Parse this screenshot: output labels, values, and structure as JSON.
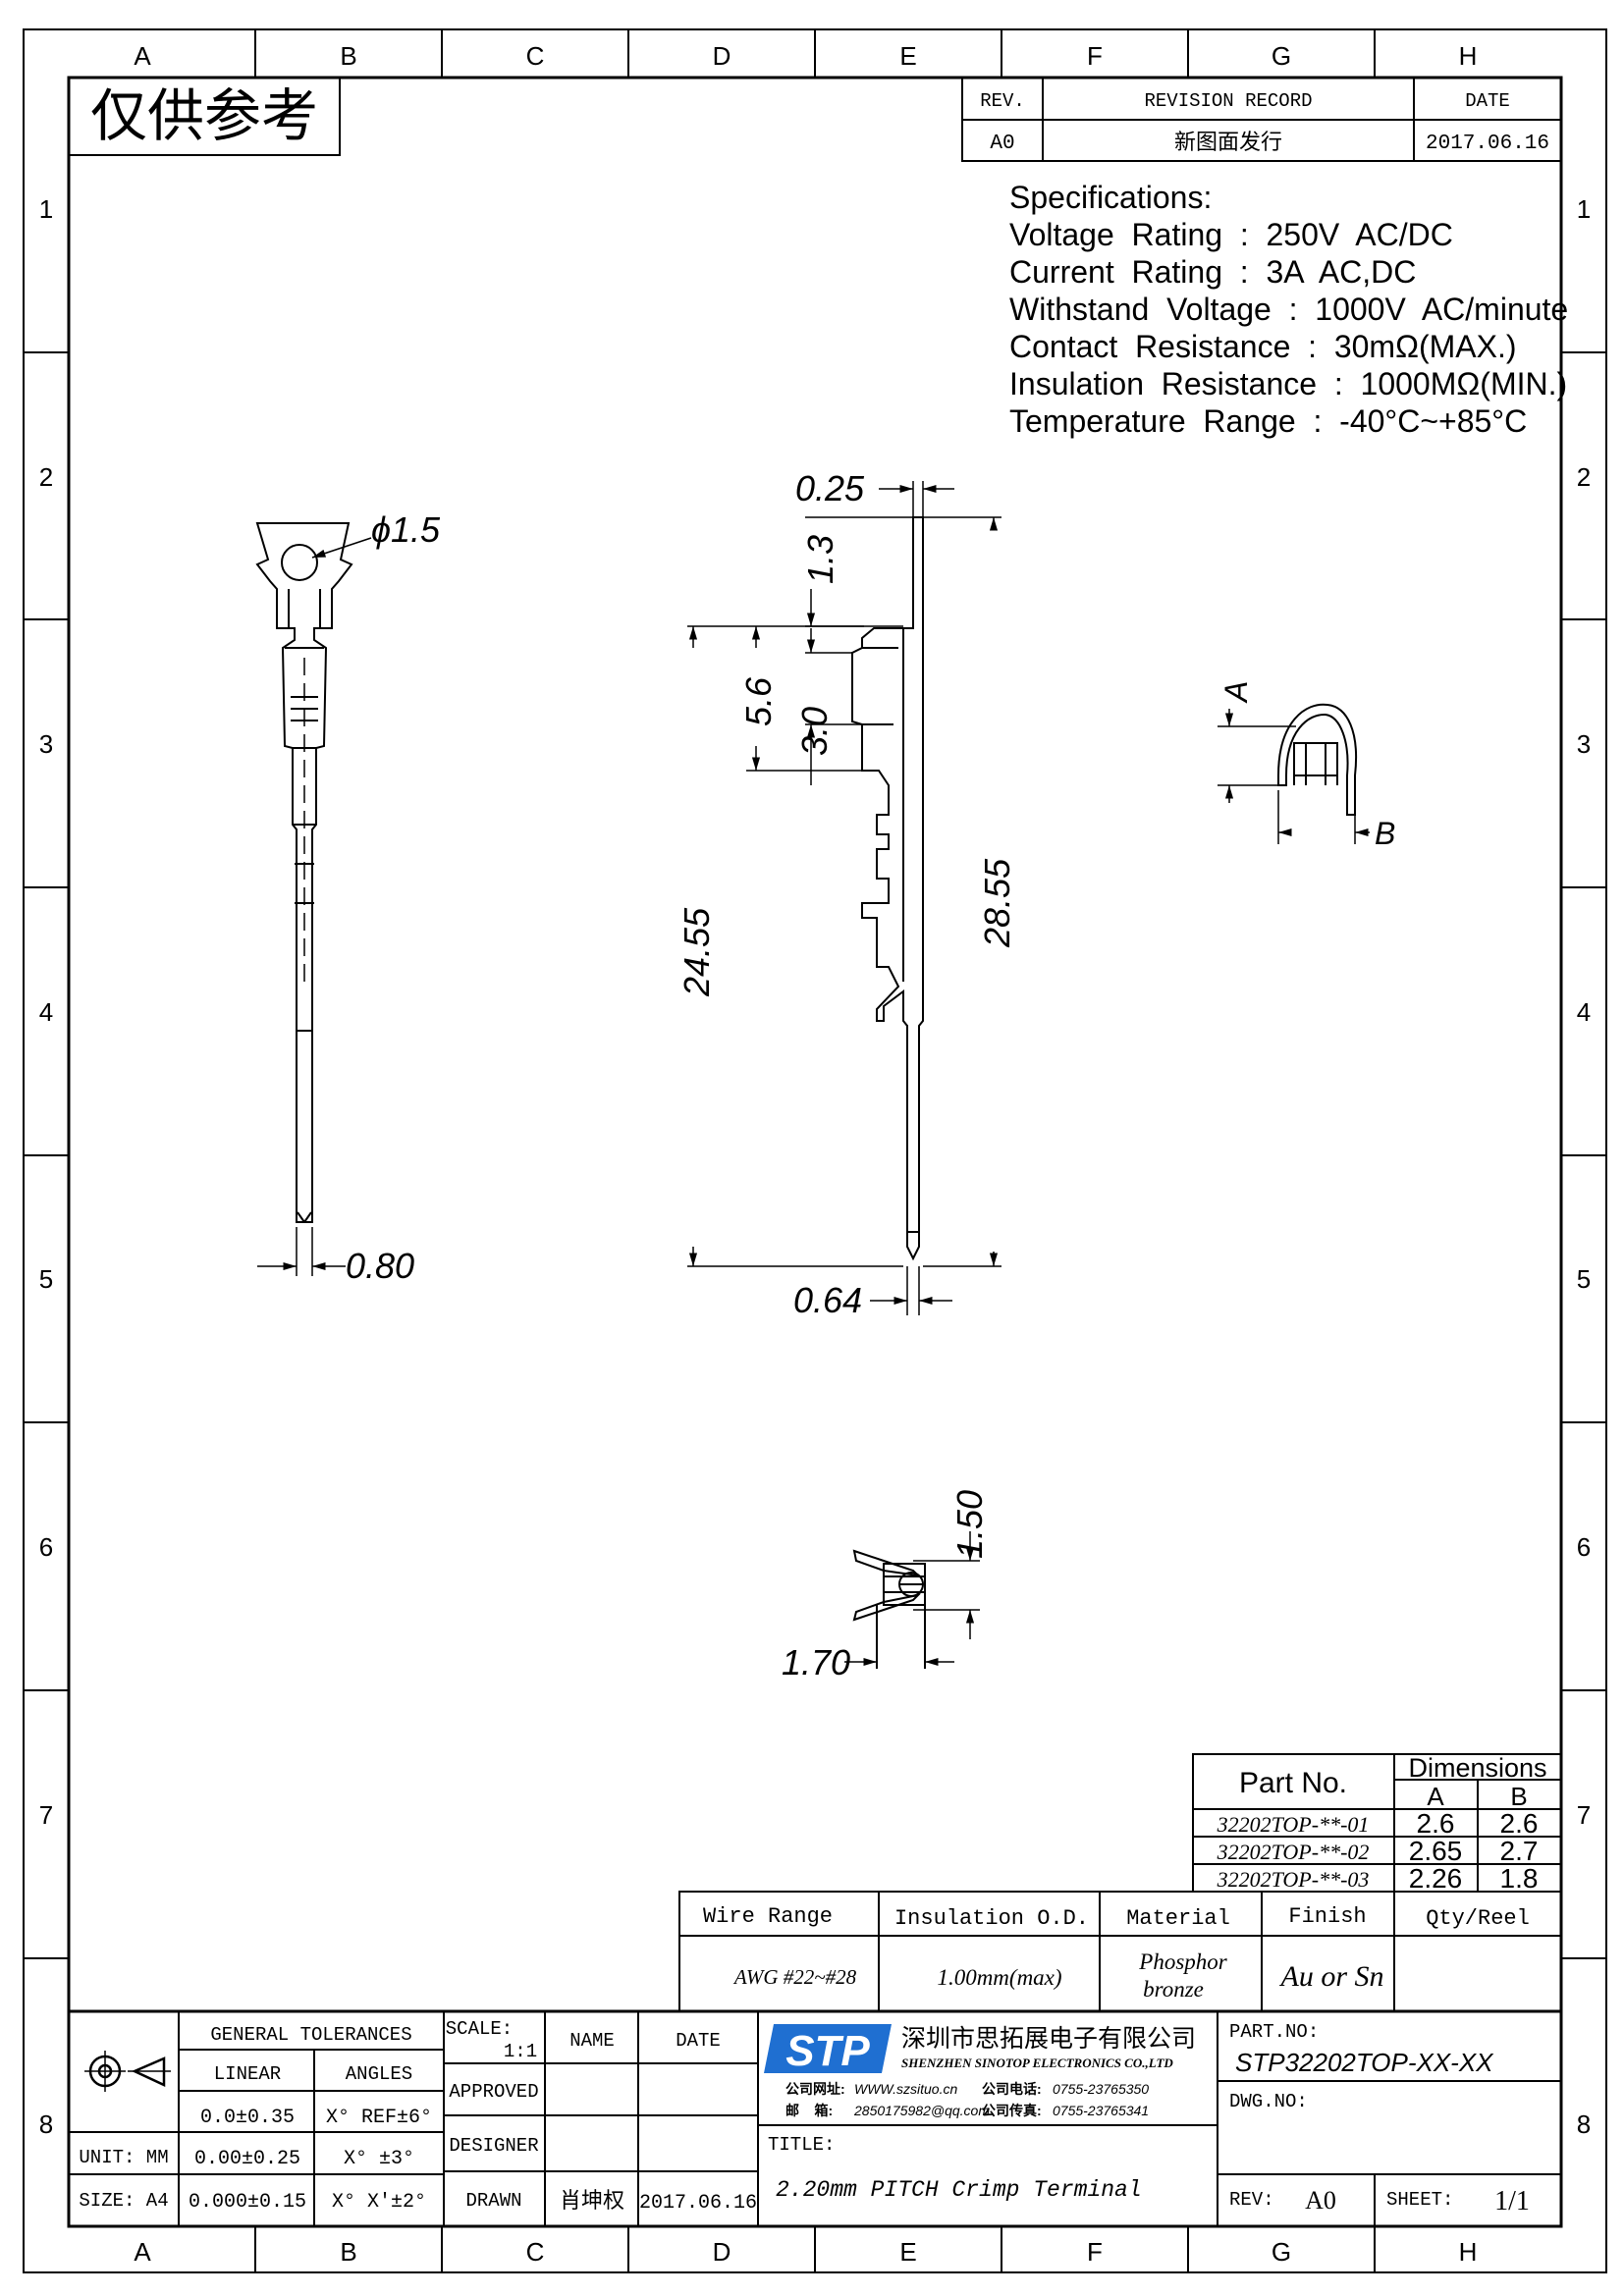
{
  "border": {
    "columns": [
      "A",
      "B",
      "C",
      "D",
      "E",
      "F",
      "G",
      "H"
    ],
    "rows": [
      "1",
      "2",
      "3",
      "4",
      "5",
      "6",
      "7",
      "8"
    ]
  },
  "watermark": "仅供参考",
  "revision": {
    "rev_label": "REV.",
    "record_label": "REVISION RECORD",
    "date_label": "DATE",
    "rev": "A0",
    "record": "新图面发行",
    "date": "2017.06.16"
  },
  "specs": {
    "heading": "Specifications:",
    "lines": [
      "Voltage  Rating  :  250V  AC/DC",
      "Current  Rating  :  3A  AC,DC",
      "Withstand  Voltage  :  1000V  AC/minute",
      "Contact  Resistance  :  30mΩ(MAX.)",
      "Insulation  Resistance  :  1000MΩ(MIN.)",
      "Temperature  Range  :  -40°C~+85°C"
    ]
  },
  "dims": {
    "d_hole": "ϕ1.5",
    "d_080": "0.80",
    "d_025": "0.25",
    "d_13": "1.3",
    "d_56": "5.6",
    "d_30": "3.0",
    "d_2455": "24.55",
    "d_2855": "28.55",
    "d_064": "0.64",
    "d_A": "A",
    "d_B": "B",
    "d_150": "1.50",
    "d_170": "1.70"
  },
  "parts_table": {
    "part_no_label": "Part No.",
    "dimensions_label": "Dimensions",
    "col_a": "A",
    "col_b": "B",
    "rows": [
      {
        "part": "32202TOP-**-01",
        "a": "2.6",
        "b": "2.6"
      },
      {
        "part": "32202TOP-**-02",
        "a": "2.65",
        "b": "2.7"
      },
      {
        "part": "32202TOP-**-03",
        "a": "2.26",
        "b": "1.8"
      }
    ]
  },
  "material_table": {
    "headers": [
      "Wire Range",
      "Insulation O.D.",
      "Material",
      "Finish",
      "Qty/Reel"
    ],
    "wire": "AWG #22~#28",
    "insulation": "1.00mm(max)",
    "material_1": "Phosphor",
    "material_2": "bronze",
    "finish": "Au or Sn",
    "qty": ""
  },
  "title_block": {
    "general_tolerances": "GENERAL TOLERANCES",
    "linear": "LINEAR",
    "angles": "ANGLES",
    "tol_rows": [
      {
        "linear": "0.0±0.35",
        "angle": "X° REF±6°"
      },
      {
        "linear": "0.00±0.25",
        "angle": "X° ±3°"
      },
      {
        "linear": "0.000±0.15",
        "angle": "X° X'±2°"
      }
    ],
    "unit_label": "UNIT: MM",
    "size_label": "SIZE: A4",
    "scale_label": "SCALE:",
    "scale_value": "1:1",
    "name_label": "NAME",
    "date_label": "DATE",
    "approved": "APPROVED",
    "designer": "DESIGNER",
    "drawn": "DRAWN",
    "drawn_name": "肖坤权",
    "drawn_date": "2017.06.16",
    "company_logo": "STP",
    "company_cn": "深圳市思拓展电子有限公司",
    "company_en": "SHENZHEN SINOTOP ELECTRONICS CO.,LTD",
    "web_label": "公司网址:",
    "web": "WWW.szsituo.cn",
    "phone_label": "公司电话:",
    "phone": "0755-23765350",
    "mail_label": "邮    箱:",
    "mail": "2850175982@qq.com",
    "fax_label": "公司传真:",
    "fax": "0755-23765341",
    "title_label": "TITLE:",
    "title": "2.20mm PITCH Crimp Terminal",
    "part_no_label": "PART.NO:",
    "part_no": "STP32202TOP-XX-XX",
    "dwg_no_label": "DWG.NO:",
    "rev_label": "REV:",
    "rev_value": "A0",
    "sheet_label": "SHEET:",
    "sheet_value": "1/1"
  }
}
